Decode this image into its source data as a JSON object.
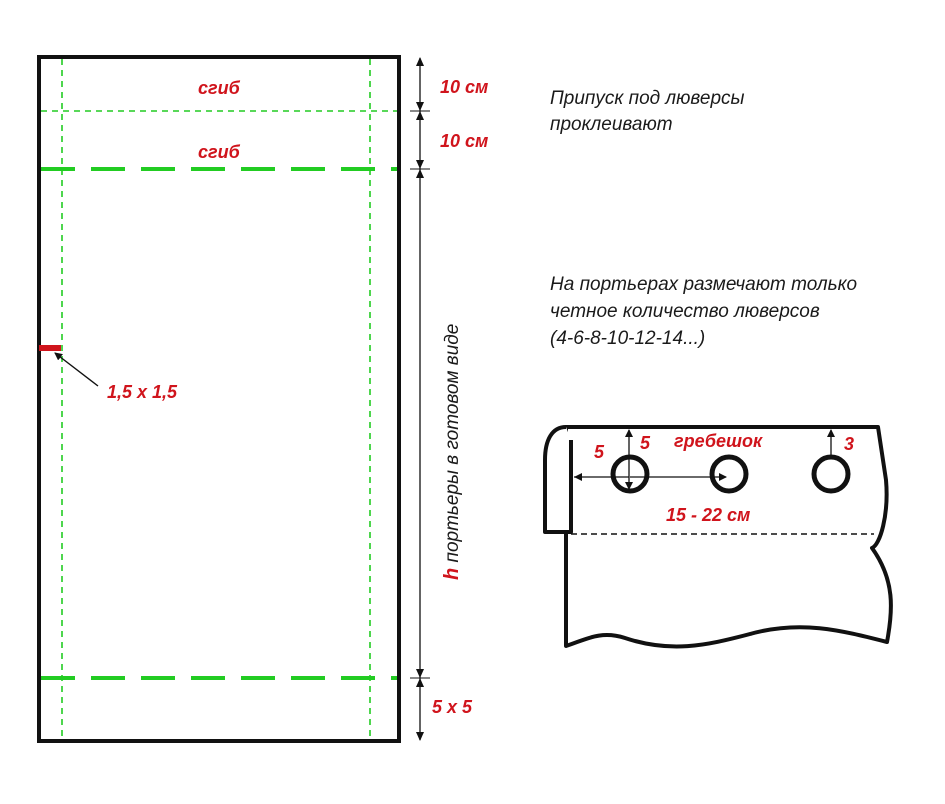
{
  "curtain": {
    "fold_label_1": "сгиб",
    "fold_label_2": "сгиб",
    "dim_top_1": "10 см",
    "dim_top_2": "10 см",
    "dim_bottom": "5 х 5",
    "corner_label": "1,5 х 1,5",
    "height_var": "h",
    "height_text": " портьеры в готовом виде"
  },
  "notes": {
    "eyelet_allowance": [
      "Припуск под люверсы",
      "проклеивают"
    ],
    "eyelet_count": [
      "На портьерах размечают только",
      "четное количество люверсов",
      "(4-6-8-10-12-14...)"
    ]
  },
  "detail": {
    "side_offset": "5",
    "top_offset": "5",
    "crest_label": "гребешок",
    "right_offset": "3",
    "spacing_label": "15 - 22 см"
  },
  "colors": {
    "outline": "#111111",
    "guide": "#22cc22",
    "accent": "#d0141c"
  }
}
